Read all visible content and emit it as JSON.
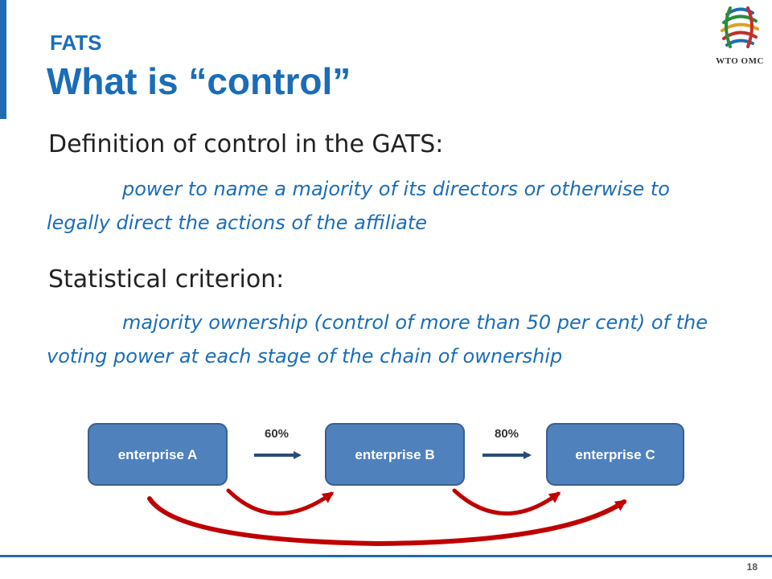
{
  "header": {
    "subtitle": "FATS",
    "title": "What is “control”",
    "logo_text": "WTO OMC"
  },
  "body": {
    "definition_heading": "Definition of control in the GATS:",
    "definition_text": "power to name a majority of its directors or otherwise to legally direct the actions of the affiliate",
    "criterion_heading": "Statistical criterion:",
    "criterion_text": "majority ownership (control of more than 50 per cent) of the voting power at each stage of the chain of ownership"
  },
  "diagram": {
    "nodes": [
      "enterprise A",
      "enterprise B",
      "enterprise C"
    ],
    "edges": [
      {
        "from": "enterprise A",
        "to": "enterprise B",
        "label": "60%"
      },
      {
        "from": "enterprise B",
        "to": "enterprise C",
        "label": "80%"
      }
    ],
    "colors": {
      "node_fill": "#4f81bd",
      "node_border": "#3a5f8f",
      "arrow": "#2b4a7a",
      "curve": "#c00000"
    }
  },
  "footer": {
    "page_number": "18"
  }
}
